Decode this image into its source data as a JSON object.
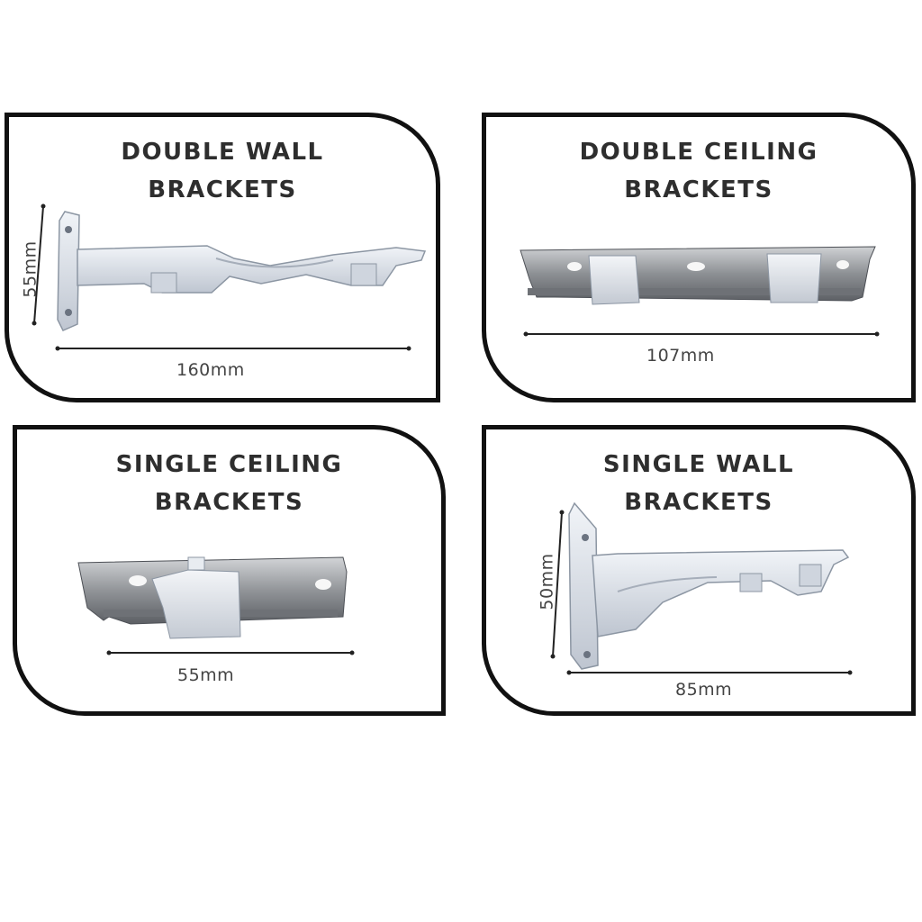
{
  "cards": {
    "double_wall": {
      "title_line1": "DOUBLE WALL",
      "title_line2": "BRACKETS",
      "width": "160mm",
      "height": "55mm"
    },
    "double_ceiling": {
      "title_line1": "DOUBLE CEILING",
      "title_line2": "BRACKETS",
      "width": "107mm"
    },
    "single_ceiling": {
      "title_line1": "SINGLE CEILING",
      "title_line2": "BRACKETS",
      "width": "55mm"
    },
    "single_wall": {
      "title_line1": "SINGLE WALL",
      "title_line2": "BRACKETS",
      "width": "85mm",
      "height": "50mm"
    }
  },
  "colors": {
    "border": "#111111",
    "text": "#2e2e2e",
    "bracket_white": "#e4e8ef",
    "bracket_metal": "#8a8c90"
  }
}
